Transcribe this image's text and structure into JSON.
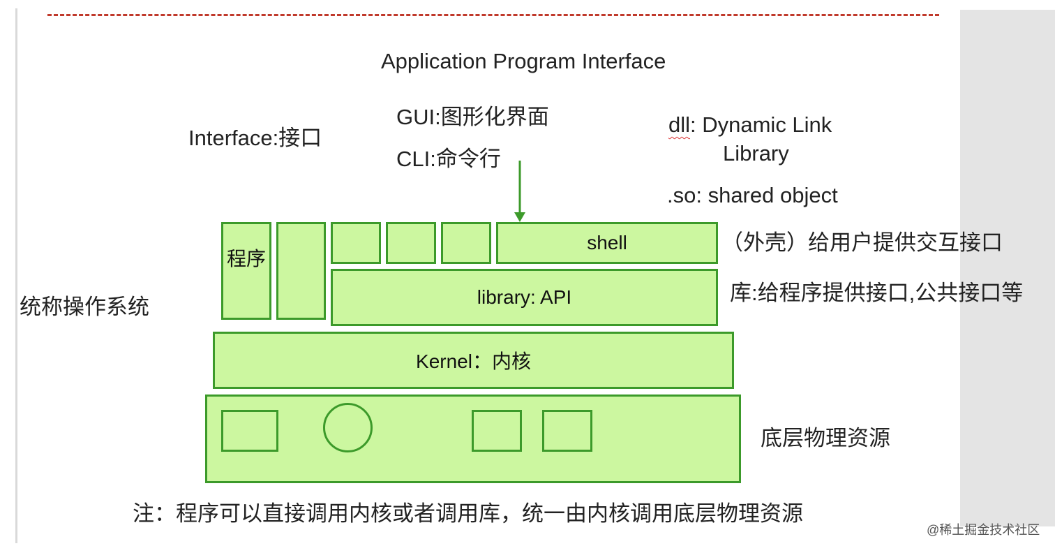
{
  "title": "Application Program Interface",
  "interface_label": "Interface:接口",
  "gui_label": "GUI:图形化界面",
  "cli_label": "CLI:命令行",
  "dll": {
    "prefix": "dll",
    "line1_rest": ": Dynamic Link",
    "line2": "Library"
  },
  "so_label": ".so: shared object",
  "os_label": "统称操作系统",
  "program_label": "程序",
  "shell_label": "shell",
  "shell_desc": "（外壳）给用户提供交互接口",
  "library_label": "library: API",
  "library_desc": "库:给程序提供接口,公共接口等",
  "kernel_label": "Kernel：内核",
  "hardware_desc": "底层物理资源",
  "note": "注：程序可以直接调用内核或者调用库，统一由内核调用底层物理资源",
  "watermark": "@稀土掘金技术社区",
  "colors": {
    "box_fill": "#ccf7a0",
    "box_border": "#3c9a2a",
    "top_rule": "#c0392b"
  }
}
